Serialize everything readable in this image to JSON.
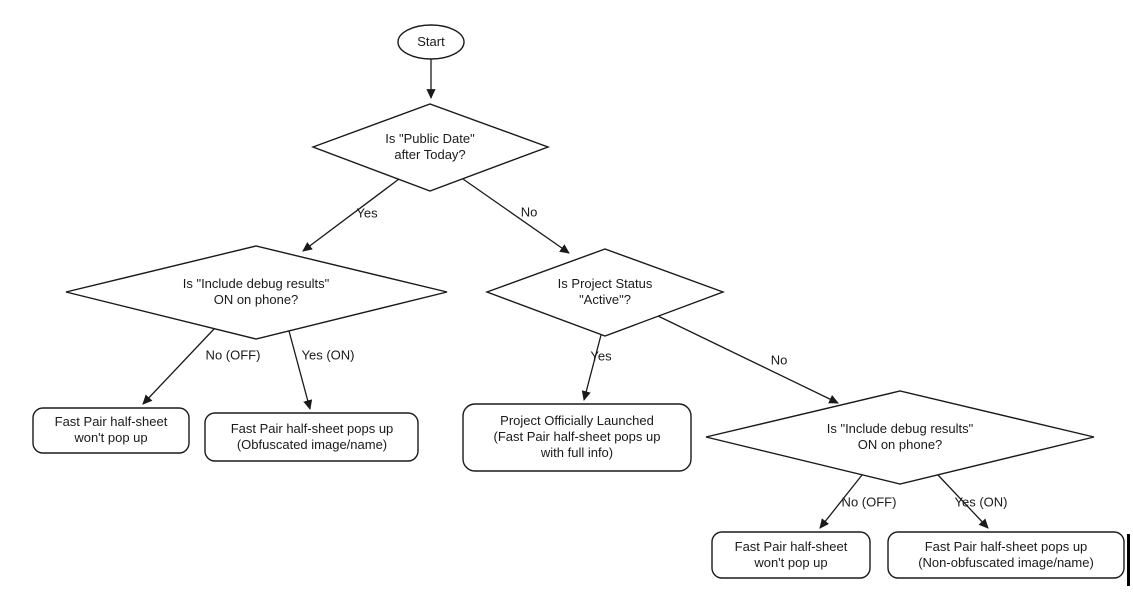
{
  "colors": {
    "stroke": "#1a1a1a",
    "fill": "#ffffff"
  },
  "nodes": {
    "start": {
      "lines": [
        "Start"
      ]
    },
    "public_date": {
      "lines": [
        "Is \"Public Date\"",
        "after Today?"
      ]
    },
    "debug_left": {
      "lines": [
        "Is \"Include debug results\"",
        "ON on phone?"
      ]
    },
    "project_status": {
      "lines": [
        "Is Project Status",
        "\"Active\"?"
      ]
    },
    "debug_right": {
      "lines": [
        "Is \"Include debug results\"",
        "ON on phone?"
      ]
    },
    "no_popup_left": {
      "lines": [
        "Fast Pair half-sheet",
        "won't pop up"
      ]
    },
    "obfuscated": {
      "lines": [
        "Fast Pair half-sheet pops up",
        "(Obfuscated image/name)"
      ]
    },
    "launched": {
      "lines": [
        "Project Officially Launched",
        "(Fast Pair half-sheet pops up",
        "with full info)"
      ]
    },
    "no_popup_right": {
      "lines": [
        "Fast Pair half-sheet",
        "won't pop up"
      ]
    },
    "non_obfuscated": {
      "lines": [
        "Fast Pair half-sheet pops up",
        "(Non-obfuscated image/name)"
      ]
    }
  },
  "edges": {
    "public_date_yes": "Yes",
    "public_date_no": "No",
    "debug_left_no": "No (OFF)",
    "debug_left_yes": "Yes (ON)",
    "status_yes": "Yes",
    "status_no": "No",
    "debug_right_no": "No (OFF)",
    "debug_right_yes": "Yes (ON)"
  }
}
